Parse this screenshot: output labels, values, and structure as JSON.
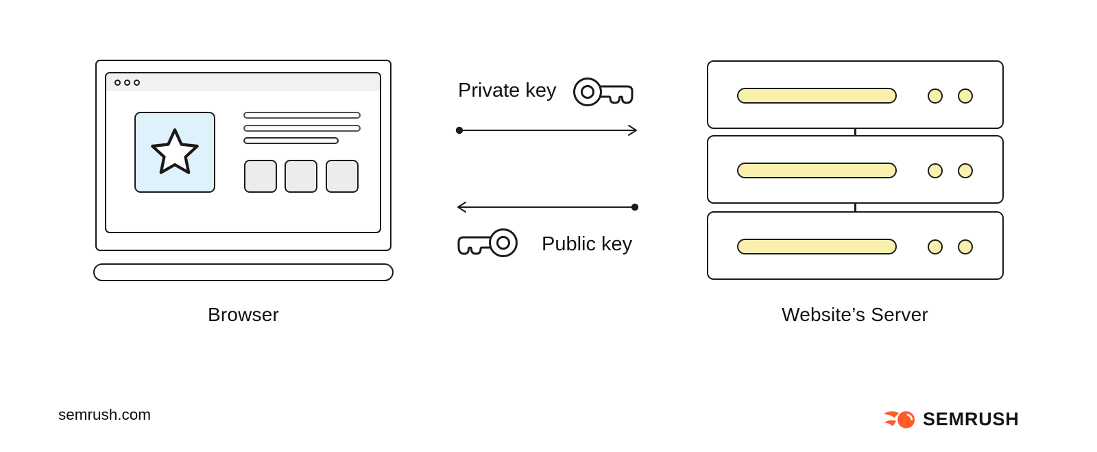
{
  "title": "Browser and website server public/private key exchange diagram",
  "labels": {
    "browser": "Browser",
    "server": "Website’s Server",
    "private_key": "Private key",
    "public_key": "Public key"
  },
  "footer": {
    "site": "semrush.com",
    "brand": "SEMRUSH"
  },
  "icons": {
    "private_key": "key-icon",
    "public_key": "key-icon",
    "star": "star-icon",
    "brand": "semrush-flame-icon"
  },
  "colors": {
    "outline": "#1a1a1a",
    "accent_yellow": "#FAF0AE",
    "accent_blue": "#DFF1FB",
    "placeholder_gray": "#ECECEC",
    "brand_orange": "#FF5C28",
    "text": "#111111"
  }
}
